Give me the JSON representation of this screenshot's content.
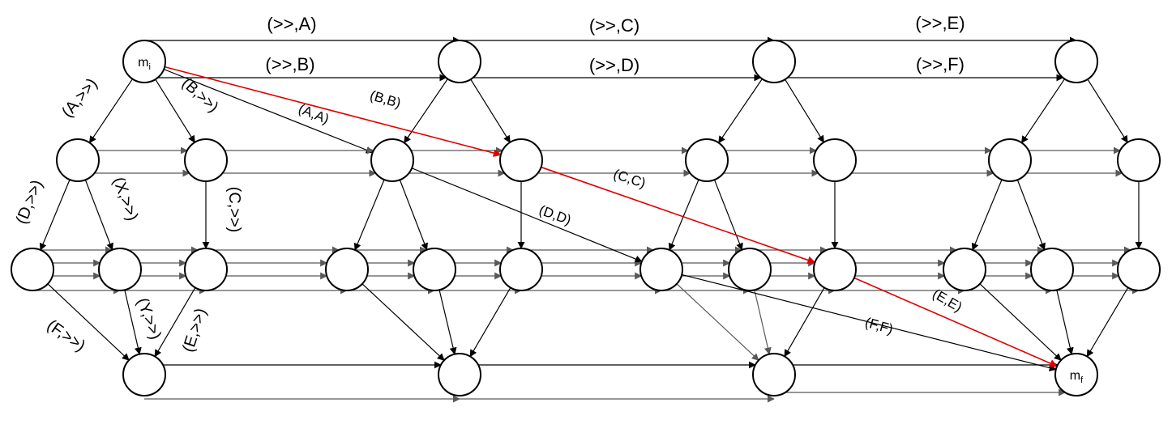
{
  "nodes": [
    {
      "id": "mi",
      "label_main": "m",
      "label_sub": "i"
    },
    {
      "id": "t2"
    },
    {
      "id": "t3"
    },
    {
      "id": "t4"
    },
    {
      "id": "r1c1"
    },
    {
      "id": "r1c2"
    },
    {
      "id": "r1c3"
    },
    {
      "id": "r1c4"
    },
    {
      "id": "r1c5"
    },
    {
      "id": "r1c6"
    },
    {
      "id": "r1c7"
    },
    {
      "id": "r1c8"
    },
    {
      "id": "r2c1"
    },
    {
      "id": "r2c2"
    },
    {
      "id": "r2c3"
    },
    {
      "id": "r2c4"
    },
    {
      "id": "r2c5"
    },
    {
      "id": "r2c6"
    },
    {
      "id": "r2c7"
    },
    {
      "id": "r2c8"
    },
    {
      "id": "r2c9"
    },
    {
      "id": "r2c10"
    },
    {
      "id": "r2c11"
    },
    {
      "id": "r2c12"
    },
    {
      "id": "r2c13"
    },
    {
      "id": "b1"
    },
    {
      "id": "b2"
    },
    {
      "id": "b3"
    },
    {
      "id": "mf",
      "label_main": "m",
      "label_sub": "f"
    }
  ],
  "edge_labels": {
    "ma": "(>>,A)",
    "mc": "(>>,C)",
    "me": "(>>,E)",
    "mb": "(>>,B)",
    "md": "(>>,D)",
    "mf": "(>>,F)",
    "am": "(A,>>)",
    "bm": "(B,>>)",
    "bb": "(B,B)",
    "aa": "(A,A)",
    "cc": "(C,C)",
    "dd": "(D,D)",
    "ee": "(E,E)",
    "ff": "(F,F)",
    "dm": "(D,>>)",
    "xm": "(X,>>)",
    "cm": "(C,>>)",
    "ym": "(Y,>>)",
    "em": "(E,>>)",
    "fm": "(F,>>)"
  },
  "colors": {
    "edge": "#000000",
    "parallel_edge": "#595959",
    "highlight": "#e00000"
  }
}
